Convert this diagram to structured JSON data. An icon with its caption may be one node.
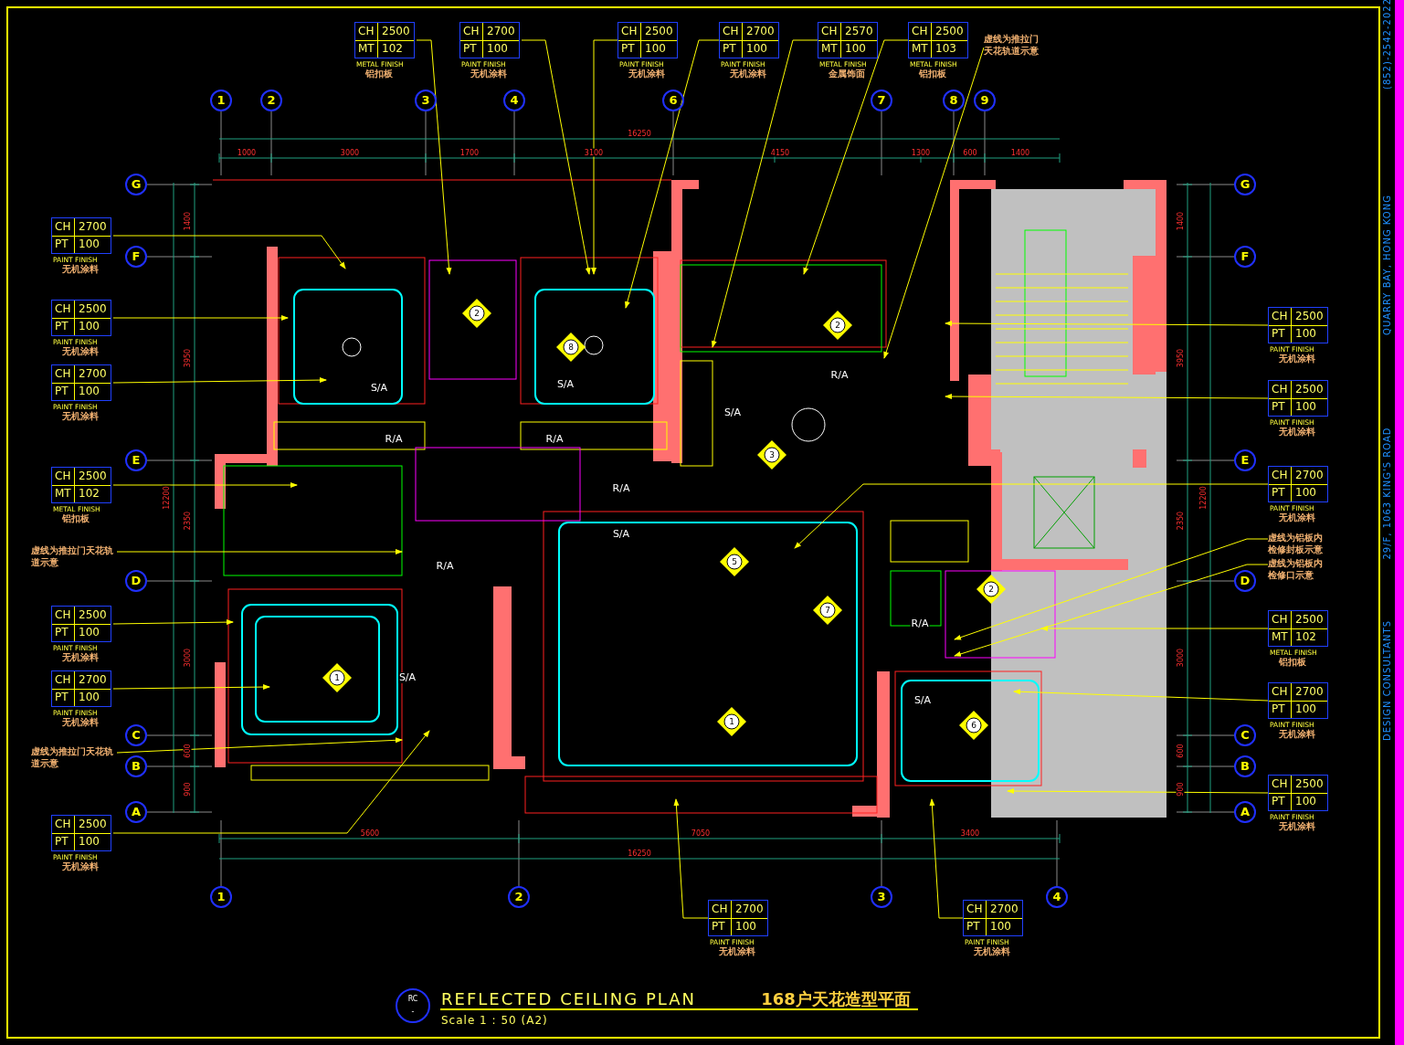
{
  "diagram": {
    "title": "REFLECTED CEILING PLAN",
    "caption": "Scale 1 : 50 (A2)",
    "nodes": [
      {
        "text": [
          "CH",
          "2500",
          "MT",
          "102",
          "METAL FINISH",
          "铝扣板"
        ]
      },
      {
        "text": [
          "CH",
          "2700",
          "PT",
          "100",
          "PAINT FINISH",
          "无机涂料"
        ]
      },
      {
        "text": [
          "CH",
          "2500",
          "PT",
          "100",
          "PAINT FINISH",
          "无机涂料"
        ]
      },
      {
        "text": [
          "CH",
          "2700",
          "PT",
          "100",
          "PAINT FINISH",
          "无机涂料"
        ]
      },
      {
        "text": [
          "CH",
          "2570",
          "MT",
          "100",
          "METAL FINISH",
          "金属饰面"
        ]
      },
      {
        "text": [
          "CH",
          "2500",
          "MT",
          "103",
          "METAL FINISH",
          "铝扣板"
        ]
      },
      {
        "text": [
          "虚线为推拉门天花轨道示意"
        ]
      },
      {
        "text": [
          "1"
        ]
      },
      {
        "text": [
          "2"
        ]
      },
      {
        "text": [
          "3"
        ]
      },
      {
        "text": [
          "4"
        ]
      },
      {
        "text": [
          "6"
        ]
      },
      {
        "text": [
          "7"
        ]
      },
      {
        "text": [
          "8"
        ]
      },
      {
        "text": [
          "9"
        ]
      },
      {
        "text": [
          "G"
        ]
      },
      {
        "text": [
          "F"
        ]
      },
      {
        "text": [
          "E"
        ]
      },
      {
        "text": [
          "D"
        ]
      },
      {
        "text": [
          "C"
        ]
      },
      {
        "text": [
          "B"
        ]
      },
      {
        "text": [
          "A"
        ]
      },
      {
        "text": [
          "G"
        ]
      },
      {
        "text": [
          "F"
        ]
      },
      {
        "text": [
          "E"
        ]
      },
      {
        "text": [
          "D"
        ]
      },
      {
        "text": [
          "C"
        ]
      },
      {
        "text": [
          "B"
        ]
      },
      {
        "text": [
          "A"
        ]
      },
      {
        "text": [
          "CH",
          "2700",
          "PT",
          "100",
          "PAINT FINISH",
          "无机涂料"
        ]
      },
      {
        "text": [
          "CH",
          "2500",
          "PT",
          "100",
          "PAINT FINISH",
          "无机涂料"
        ]
      },
      {
        "text": [
          "CH",
          "2700",
          "PT",
          "100",
          "PAINT FINISH",
          "无机涂料"
        ]
      },
      {
        "text": [
          "CH",
          "2500",
          "MT",
          "102",
          "METAL FINISH",
          "铝扣板"
        ]
      },
      {
        "text": [
          "虚线为推拉门天花轨道示意"
        ]
      },
      {
        "text": [
          "CH",
          "2500",
          "PT",
          "100",
          "PAINT FINISH",
          "无机涂料"
        ]
      },
      {
        "text": [
          "CH",
          "2700",
          "PT",
          "100",
          "PAINT FINISH",
          "无机涂料"
        ]
      },
      {
        "text": [
          "虚线为推拉门天花轨道示意"
        ]
      },
      {
        "text": [
          "CH",
          "2500",
          "PT",
          "100",
          "PAINT FINISH",
          "无机涂料"
        ]
      },
      {
        "text": [
          "2"
        ]
      },
      {
        "text": [
          "2"
        ]
      },
      {
        "text": [
          "8"
        ]
      },
      {
        "text": [
          "3"
        ]
      },
      {
        "text": [
          "5"
        ]
      },
      {
        "text": [
          "2"
        ]
      },
      {
        "text": [
          "7"
        ]
      },
      {
        "text": [
          "1"
        ]
      },
      {
        "text": [
          "1"
        ]
      },
      {
        "text": [
          "6"
        ]
      },
      {
        "text": [
          "CH",
          "2500",
          "PT",
          "100",
          "PAINT FINISH",
          "无机涂料"
        ]
      },
      {
        "text": [
          "CH",
          "2500",
          "PT",
          "100",
          "PAINT FINISH",
          "无机涂料"
        ]
      },
      {
        "text": [
          "CH",
          "2700",
          "PT",
          "100",
          "PAINT FINISH",
          "无机涂料"
        ]
      },
      {
        "text": [
          "虚线为铝板内检修封板示意"
        ]
      },
      {
        "text": [
          "虚线为铝板内检修口示意"
        ]
      },
      {
        "text": [
          "CH",
          "2500",
          "MT",
          "102",
          "METAL FINISH",
          "铝扣板"
        ]
      },
      {
        "text": [
          "CH",
          "2700",
          "PT",
          "100",
          "PAINT FINISH",
          "无机涂料"
        ]
      },
      {
        "text": [
          "CH",
          "2500",
          "PT",
          "100",
          "PAINT FINISH",
          "无机涂料"
        ]
      },
      {
        "text": [
          "1"
        ]
      },
      {
        "text": [
          "2"
        ]
      },
      {
        "text": [
          "3"
        ]
      },
      {
        "text": [
          "4"
        ]
      },
      {
        "text": [
          "CH",
          "2700",
          "PT",
          "100",
          "PAINT FINISH",
          "无机涂料"
        ]
      },
      {
        "text": [
          "CH",
          "2700",
          "PT",
          "100",
          "PAINT FINISH",
          "无机涂料"
        ]
      },
      {
        "text": [
          "RC",
          "-"
        ]
      }
    ],
    "edges": [
      {
        "from": 0,
        "to": null,
        "arrow": "to"
      },
      {
        "from": 1,
        "to": null,
        "arrow": "to"
      },
      {
        "from": 2,
        "to": null,
        "arrow": "to"
      },
      {
        "from": 3,
        "to": null,
        "arrow": "to"
      },
      {
        "from": 4,
        "to": null,
        "arrow": "to"
      },
      {
        "from": 5,
        "to": null,
        "arrow": "to"
      },
      {
        "from": 6,
        "to": null,
        "arrow": "to"
      },
      {
        "from": 29,
        "to": null,
        "arrow": "to"
      },
      {
        "from": 30,
        "to": null,
        "arrow": "to"
      },
      {
        "from": 31,
        "to": null,
        "arrow": "to"
      },
      {
        "from": 32,
        "to": null,
        "arrow": "to"
      },
      {
        "from": 33,
        "to": null,
        "arrow": "to"
      },
      {
        "from": 34,
        "to": null,
        "arrow": "to"
      },
      {
        "from": 35,
        "to": null,
        "arrow": "to"
      },
      {
        "from": 36,
        "to": null,
        "arrow": "to"
      },
      {
        "from": 37,
        "to": null,
        "arrow": "to"
      },
      {
        "from": 48,
        "to": null,
        "arrow": "to"
      },
      {
        "from": 49,
        "to": null,
        "arrow": "to"
      },
      {
        "from": 50,
        "to": null,
        "arrow": "to"
      },
      {
        "from": 51,
        "to": null,
        "arrow": "to"
      },
      {
        "from": 52,
        "to": null,
        "arrow": "to"
      },
      {
        "from": 53,
        "to": null,
        "arrow": "to"
      },
      {
        "from": 54,
        "to": null,
        "arrow": "to"
      },
      {
        "from": 55,
        "to": null,
        "arrow": "to"
      },
      {
        "from": 60,
        "to": null,
        "arrow": "to"
      },
      {
        "from": 61,
        "to": null,
        "arrow": "to"
      }
    ],
    "labels": [
      "16250",
      "1000",
      "3000",
      "1700",
      "3100",
      "4150",
      "1300",
      "600",
      "1400",
      "5600",
      "7050",
      "3400",
      "16250",
      "1400",
      "3950",
      "2350",
      "3000",
      "600",
      "900",
      "12200",
      "1400",
      "3950",
      "2350",
      "3000",
      "600",
      "900",
      "12200",
      "S/A",
      "S/A",
      "S/A",
      "S/A",
      "S/A",
      "S/A",
      "R/A",
      "R/A",
      "R/A",
      "R/A",
      "R/A",
      "R/A",
      "168户天花造型平面",
      "(852)-2542-2022",
      "QUARRY BAY, HONG KONG",
      "29/F, 1063 KING'S ROAD",
      "DESIGN CONSULTANTS"
    ]
  }
}
